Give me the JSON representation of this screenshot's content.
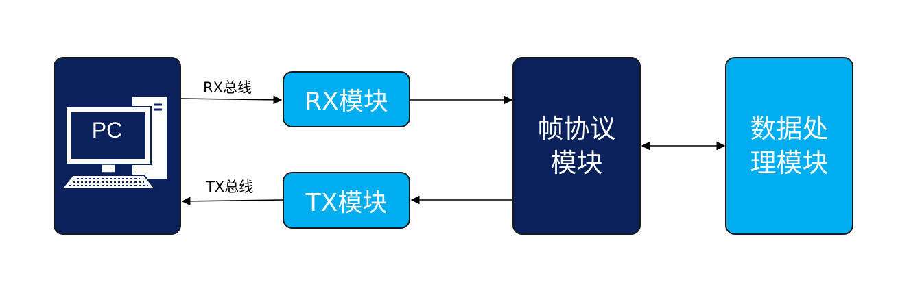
{
  "pc": {
    "label": "PC"
  },
  "rx_bus": {
    "label": "RX总线"
  },
  "tx_bus": {
    "label": "TX总线"
  },
  "rx_module": {
    "label": "RX模块"
  },
  "tx_module": {
    "label": "TX模块"
  },
  "frame_protocol_module": {
    "line1": "帧协议",
    "line2": "模块"
  },
  "data_processing_module": {
    "line1": "数据处",
    "line2": "理模块"
  },
  "colors": {
    "dark_block": "#0a215c",
    "light_block": "#00aeef",
    "arrow": "#000000"
  }
}
